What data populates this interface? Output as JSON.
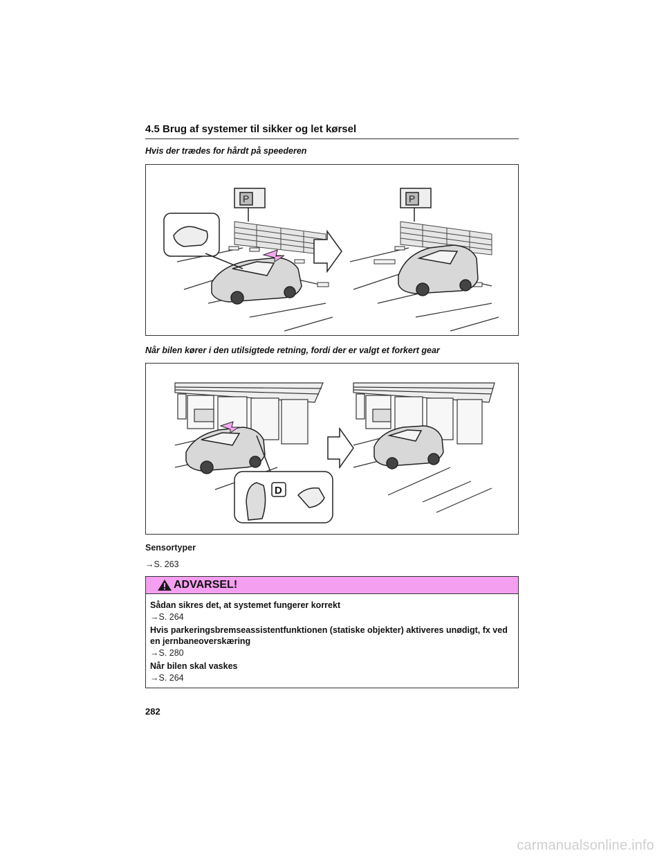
{
  "section": {
    "title": "4.5  Brug af systemer til sikker og let kørsel"
  },
  "figure1": {
    "caption": "Hvis der trædes for hårdt på speederen"
  },
  "figure2": {
    "caption": "Når bilen kører i den utilsigtede retning, fordi der er valgt et forkert gear",
    "gear_label": "D"
  },
  "sensor": {
    "heading": "Sensortyper",
    "ref": "→S. 263"
  },
  "warning": {
    "title": "ADVARSEL!",
    "accent_color": "#f59ff0",
    "icon": "warning-triangle-icon",
    "items": [
      {
        "heading": "Sådan sikres det, at systemet fungerer korrekt",
        "ref": "→S. 264"
      },
      {
        "heading": "Hvis parkeringsbremseassistentfunktionen (statiske objekter) aktiveres unødigt, fx ved en jernbaneoverskæring",
        "ref": "→S. 280"
      },
      {
        "heading": "Når bilen skal vaskes",
        "ref": "→S. 264"
      }
    ]
  },
  "page_number": "282",
  "watermark": "carmanualsonline.info"
}
